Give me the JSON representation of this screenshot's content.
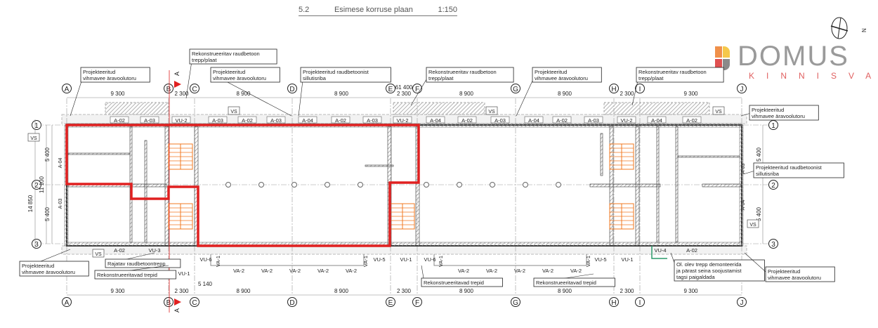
{
  "title": {
    "number": "5.2",
    "name": "Esimese korruse plaan",
    "scale": "1:150"
  },
  "north_label": "N",
  "logo": {
    "word": "DOMUS",
    "sub": "KINNISVARA",
    "colors": [
      "#f0904a",
      "#f5c84a",
      "#e05050",
      "#8a8a8a"
    ]
  },
  "grid_columns": [
    "A",
    "B",
    "C",
    "D",
    "E",
    "F",
    "G",
    "H",
    "I",
    "J"
  ],
  "grid_rows": [
    "1",
    "2",
    "3"
  ],
  "dims_top": [
    "9 300",
    "2 300",
    "8 900",
    "8 900",
    "2 300",
    "8 900",
    "8 900",
    "2 300",
    "9 300"
  ],
  "dims_bottom": [
    "9 300",
    "2 300",
    "8 900",
    "8 900",
    "2 300",
    "8 900",
    "8 900",
    "2 300",
    "9 300"
  ],
  "total_length": "61 400",
  "dims_left": [
    "5 400",
    "5 400",
    "11 100",
    "14 850"
  ],
  "dims_right": [
    "5 400",
    "5 400"
  ],
  "dim_extra": "5 140",
  "section_mark": "A",
  "tag_vs": "VS",
  "window_tags_top": [
    "A-02",
    "A-03",
    "VU-2",
    "A-03",
    "A-02",
    "A-03",
    "A-04",
    "A-02",
    "A-03",
    "VU-2",
    "A-04",
    "A-02",
    "A-03",
    "A-04",
    "A-02",
    "A-03",
    "VU-2",
    "A-04",
    "A-02"
  ],
  "window_tags_side": [
    "A-04",
    "A-03",
    "A-03",
    "A-04"
  ],
  "window_tags_bottom": [
    "A-02",
    "VU-3",
    "VU-1",
    "VU-6",
    "VA-1",
    "VA-2",
    "VA-2",
    "VA-2",
    "VA-2",
    "VA-2",
    "VA-1",
    "VU-5",
    "VU-1",
    "VU-6",
    "VA-1",
    "VA-2",
    "VA-2",
    "VA-2",
    "VA-2",
    "VA-2",
    "VA-1",
    "VU-5",
    "VU-1",
    "VU-4",
    "A-02"
  ],
  "callouts": [
    {
      "lines": [
        "Projekteeritud",
        "vihmavee äravoolutoru"
      ]
    },
    {
      "lines": [
        "Rekonstrueeritav raudbetoon",
        "trepp/plaat"
      ]
    },
    {
      "lines": [
        "Projekteeritud",
        "vihmavee äravoolutoru"
      ]
    },
    {
      "lines": [
        "Projekteeritud raudbetoonist",
        "sillutisriba"
      ]
    },
    {
      "lines": [
        "Rekonstrueeritav raudbetoon",
        "trepp/plaat"
      ]
    },
    {
      "lines": [
        "Projekteeritud",
        "vihmavee äravoolutoru"
      ]
    },
    {
      "lines": [
        "Rekonstrueeritav raudbetoon",
        "trepp/plaat"
      ]
    },
    {
      "lines": [
        "Projekteeritud",
        "vihmavee äravoolutoru"
      ]
    },
    {
      "lines": [
        "Projekteeritud raudbetoonist",
        "sillutisriba"
      ]
    },
    {
      "lines": [
        "Projekteeritud",
        "vihmavee äravoolutoru"
      ]
    },
    {
      "lines": [
        "Rajatav raudbetoontrepp"
      ]
    },
    {
      "lines": [
        "Rekonstrueeritavad trepid"
      ]
    },
    {
      "lines": [
        "Rekonstrueeritavad trepid"
      ]
    },
    {
      "lines": [
        "Rekonstrueeritavad trepid"
      ]
    },
    {
      "lines": [
        "Ol. olev trepp demonteerida",
        "ja pärast seina soojustamist",
        "tagsi paigaldada"
      ]
    },
    {
      "lines": [
        "Projekteeritud",
        "vihmavee äravoolutoru"
      ]
    }
  ],
  "colors": {
    "outline": "#e02020",
    "stairs": "#f07820",
    "wall": "#333333",
    "hatch": "#999999"
  }
}
